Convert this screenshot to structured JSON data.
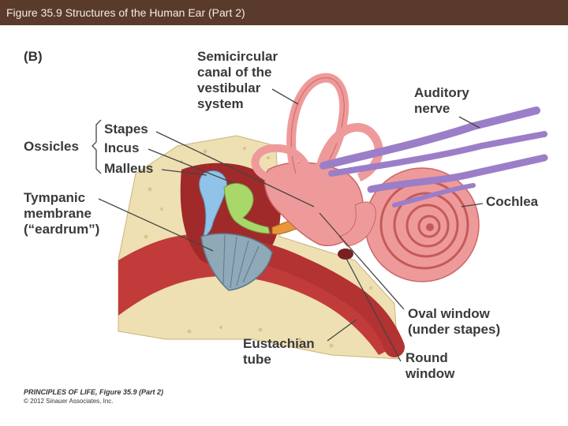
{
  "header": {
    "title": "Figure 35.9  Structures of the Human Ear (Part 2)"
  },
  "figure": {
    "panel_letter": "(B)",
    "labels": {
      "semicircular": [
        "Semicircular",
        "canal of the",
        "vestibular",
        "system"
      ],
      "auditory_nerve": [
        "Auditory",
        "nerve"
      ],
      "ossicles": "Ossicles",
      "stapes": "Stapes",
      "incus": "Incus",
      "malleus": "Malleus",
      "tympanic": [
        "Tympanic",
        "membrane",
        "(“eardrum”)"
      ],
      "cochlea": "Cochlea",
      "oval_window": [
        "Oval window",
        "(under stapes)"
      ],
      "eustachian": [
        "Eustachian",
        "tube"
      ],
      "round_window": [
        "Round",
        "window"
      ]
    },
    "credit": {
      "line1": "PRINCIPLES OF LIFE, Figure 35.9 (Part 2)",
      "line2": "© 2012 Sinauer Associates, Inc."
    }
  },
  "colors": {
    "header_bg": "#5a3a2a",
    "bone": "#eee0b2",
    "tissue": "#c23b3b",
    "inner_ear": "#ef9a9a",
    "malleus": "#8fc3e8",
    "incus": "#a8d86a",
    "stapes": "#e8963a",
    "nerve": "#9b7ec8",
    "eardrum": "#7f9fb2"
  }
}
